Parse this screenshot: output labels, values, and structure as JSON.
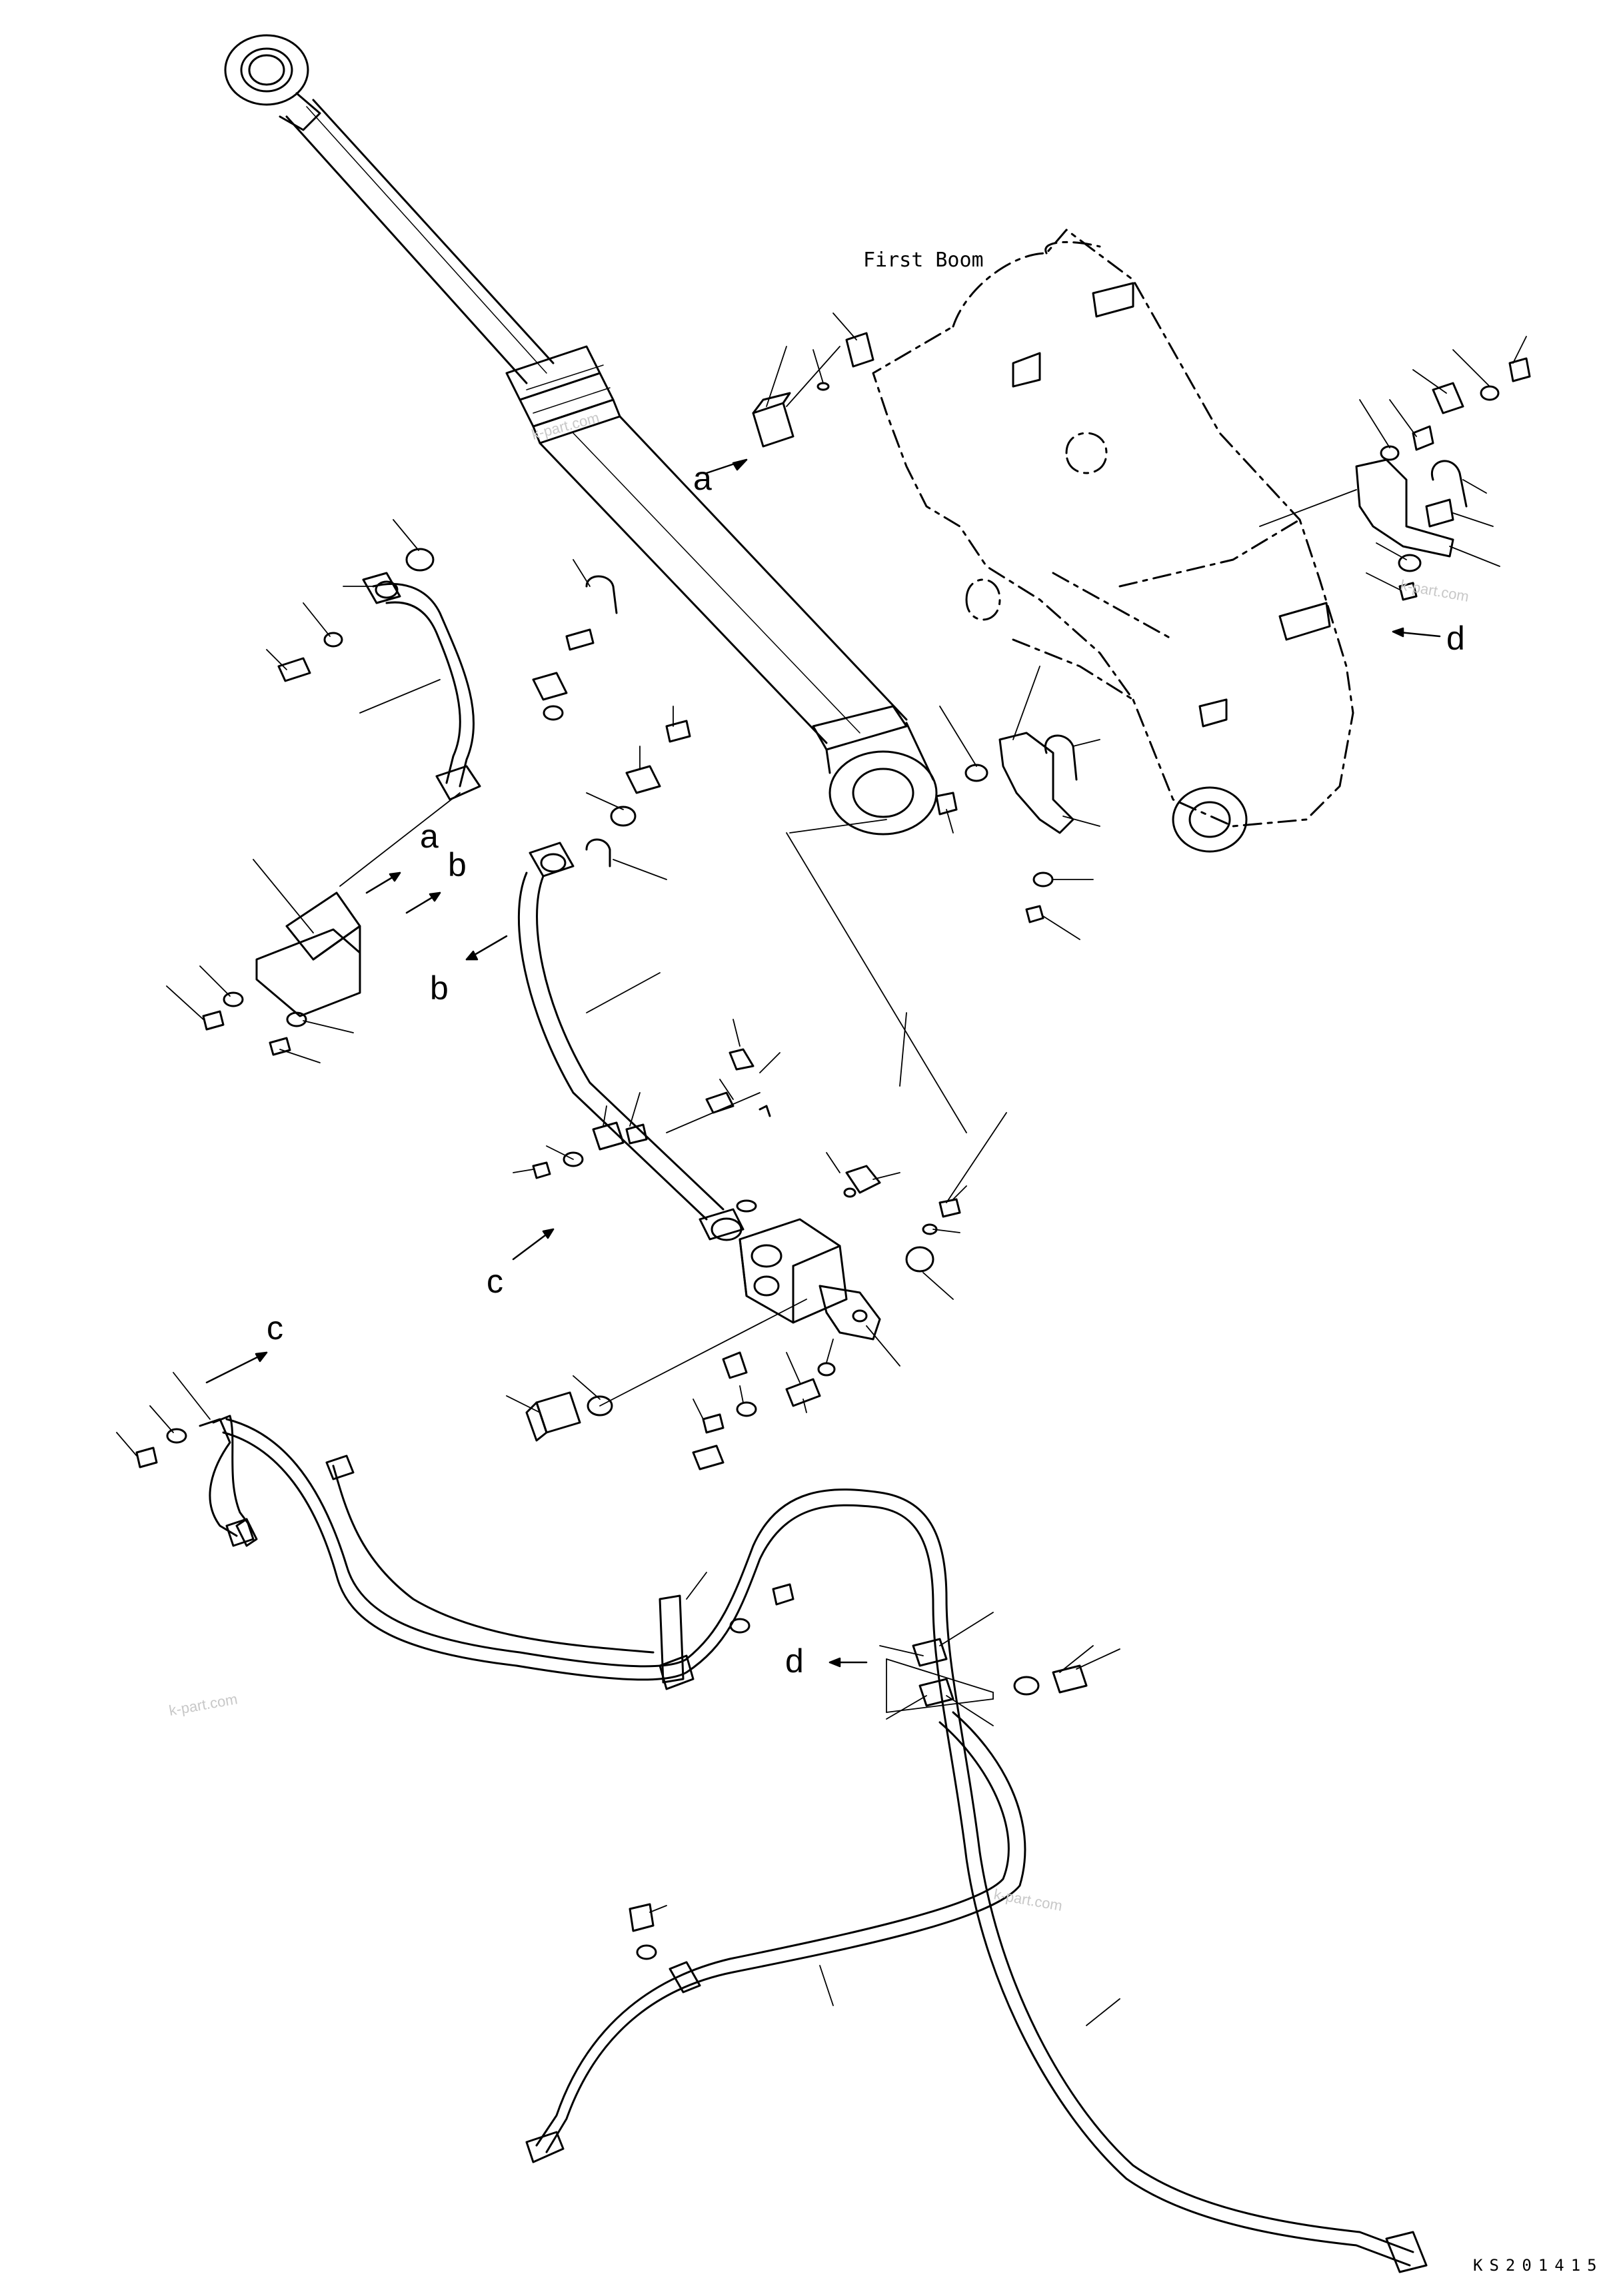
{
  "diagram": {
    "title_label": "First Boom",
    "drawing_code": "KS201415",
    "watermark": "k-part.com",
    "callout_labels": {
      "a": "a",
      "b": "b",
      "c": "c",
      "d": "d"
    }
  }
}
